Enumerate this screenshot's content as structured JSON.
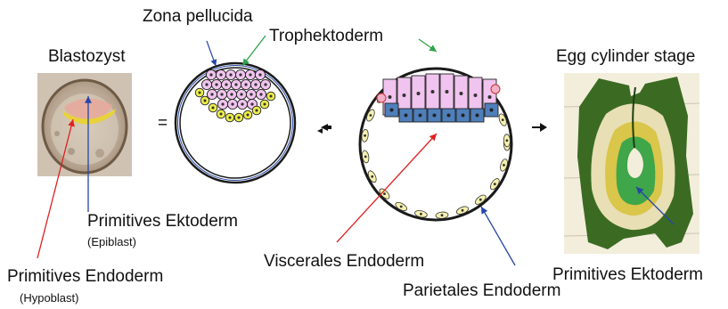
{
  "labels": {
    "blastozyst": "Blastozyst",
    "zona_pellucida": "Zona pellucida",
    "trophektoderm": "Trophektoderm",
    "egg_cylinder": "Egg cylinder stage",
    "equals": "=",
    "prim_ektoderm_left": "Primitives Ektoderm",
    "epiblast": "(Epiblast)",
    "prim_endoderm": "Primitives Endoderm",
    "hypoblast": "(Hypoblast)",
    "visc_endoderm": "Viscerales Endoderm",
    "pariet_endoderm": "Parietales Endoderm",
    "prim_ektoderm_right": "Primitives Ektoderm"
  },
  "colors": {
    "epiblast_cell": "#f0c4ee",
    "hypoblast_cell": "#ecec4a",
    "visceral_cell": "#4f7fba",
    "parietal_cell": "#f5f0b0",
    "green_arrow": "#2ea24a",
    "blue_arrow": "#2446a8",
    "red_arrow": "#e02020",
    "dark_green": "#3b6b22",
    "light_green": "#3fa64a"
  }
}
